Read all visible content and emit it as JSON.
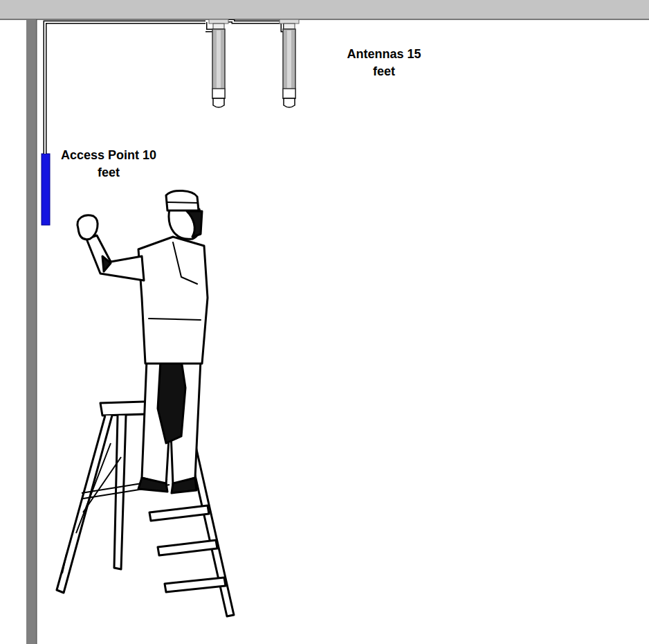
{
  "diagram": {
    "nodes": [
      {
        "text": [
          "Access Point 10 feet"
        ]
      },
      {
        "text": [
          "Antennas 15 feet"
        ]
      }
    ],
    "edges": [
      {
        "from": 0,
        "to": 1,
        "arrow": "none"
      }
    ]
  }
}
